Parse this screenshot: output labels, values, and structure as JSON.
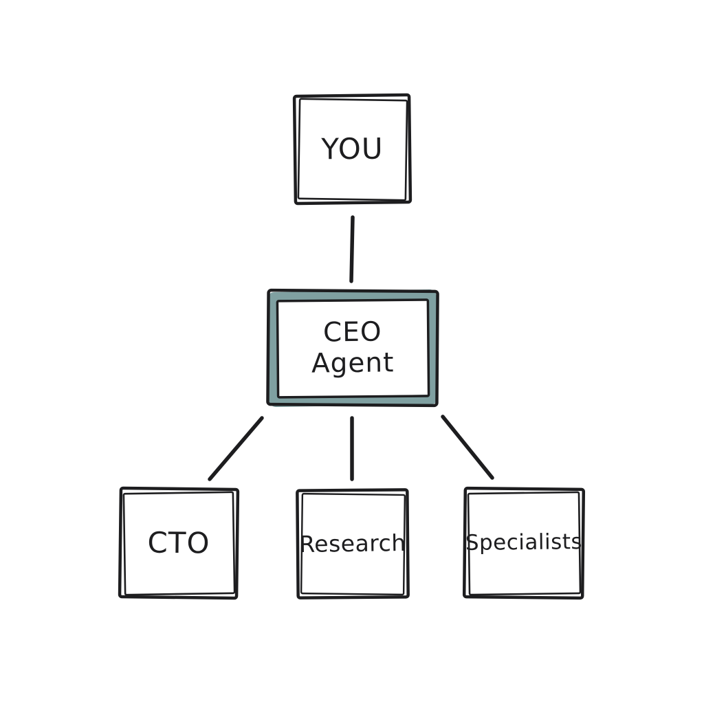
{
  "diagram": {
    "background_color": "#ffffff",
    "ink_color": "#1d1d1f",
    "accent_color": "#7fa0a1",
    "style": "hand-drawn-sketch",
    "nodes": {
      "you": {
        "label": "YOU"
      },
      "ceo_agent": {
        "label_line1": "CEO",
        "label_line2": "Agent",
        "border_accent": "#7fa0a1"
      },
      "cto": {
        "label": "CTO"
      },
      "research": {
        "label": "Research"
      },
      "specialists": {
        "label": "Specialists"
      }
    },
    "edges": [
      {
        "from": "YOU",
        "to": "CEO Agent"
      },
      {
        "from": "CEO Agent",
        "to": "CTO"
      },
      {
        "from": "CEO Agent",
        "to": "Research"
      },
      {
        "from": "CEO Agent",
        "to": "Specialists"
      }
    ]
  }
}
